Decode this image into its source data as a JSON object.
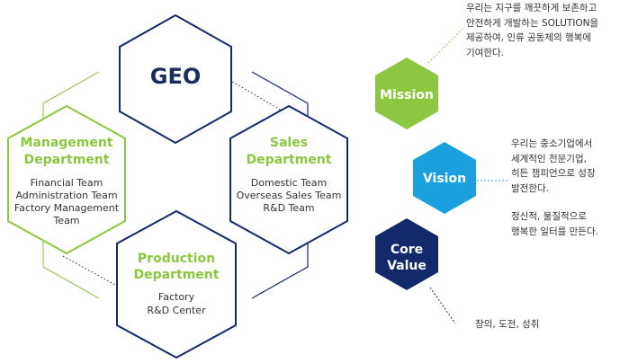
{
  "colors": {
    "navy": "#13296b",
    "green": "#8dc63f",
    "light_green_outline": "#9cc45a",
    "blue": "#1aa0de",
    "navy_text": "#1b2d5e",
    "body_text": "#333333",
    "connector_gray": "#8a8a8a"
  },
  "center": {
    "title": "GEO"
  },
  "departments": [
    {
      "id": "management",
      "title_lines": [
        "Management",
        "Department"
      ],
      "teams": [
        "Financial Team",
        "Administration Team",
        "Factory Management",
        "Team"
      ]
    },
    {
      "id": "sales",
      "title_lines": [
        "Sales",
        "Department"
      ],
      "teams": [
        "Domestic Team",
        "Overseas Sales Team",
        "R&D Team"
      ]
    },
    {
      "id": "production",
      "title_lines": [
        "Production",
        "Department"
      ],
      "teams": [
        "Factory",
        "R&D Center"
      ]
    }
  ],
  "pillars": [
    {
      "id": "mission",
      "label_lines": [
        "Mission"
      ]
    },
    {
      "id": "vision",
      "label_lines": [
        "Vision"
      ]
    },
    {
      "id": "core-value",
      "label_lines": [
        "Core",
        "Value"
      ]
    }
  ],
  "notes": {
    "mission": "우리는 지구를 깨끗하게 보존하고\n안전하게 개발하는 SOLUTION을\n제공하여, 인류 공동체의 행복에\n기여한다.",
    "vision_1": "우리는 중소기업에서\n세계적인 전문기업,\n히든 챔피언으로 성장\n발전한다.",
    "vision_2": "정신적, 물질적으로\n행복한 일터를 만든다.",
    "core_value": "창의, 도전, 성취"
  }
}
